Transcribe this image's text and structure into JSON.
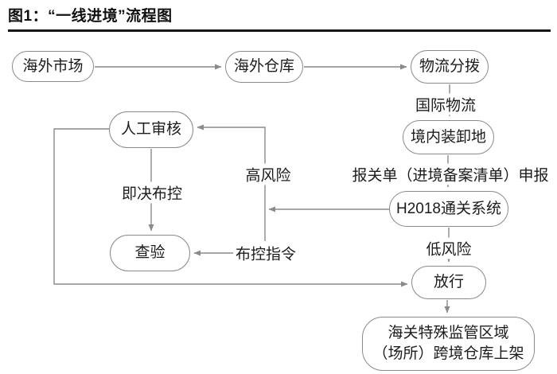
{
  "title": "图1：“一线进境”流程图",
  "nodes": {
    "overseas_market": "海外市场",
    "overseas_warehouse": "海外仓库",
    "logistics_distribution": "物流分拨",
    "domestic_unloading": "境内装卸地",
    "h2018_system": "H2018通关系统",
    "release": "放行",
    "bonded_shelf_line1": "海关特殊监管区域",
    "bonded_shelf_line2": "（场所）跨境仓库上架",
    "manual_review": "人工审核",
    "inspection": "查验"
  },
  "edge_labels": {
    "international_logistics": "国际物流",
    "declaration": "报关单（进境备案清单）申报",
    "low_risk": "低风险",
    "high_risk": "高风险",
    "immediate_control": "即决布控",
    "control_order": "布控指令"
  },
  "colors": {
    "line": "#8a8a8a",
    "node_border": "#8a8a8a",
    "text": "#1c1c1c",
    "title_rule": "#161616",
    "background": "#ffffff"
  }
}
